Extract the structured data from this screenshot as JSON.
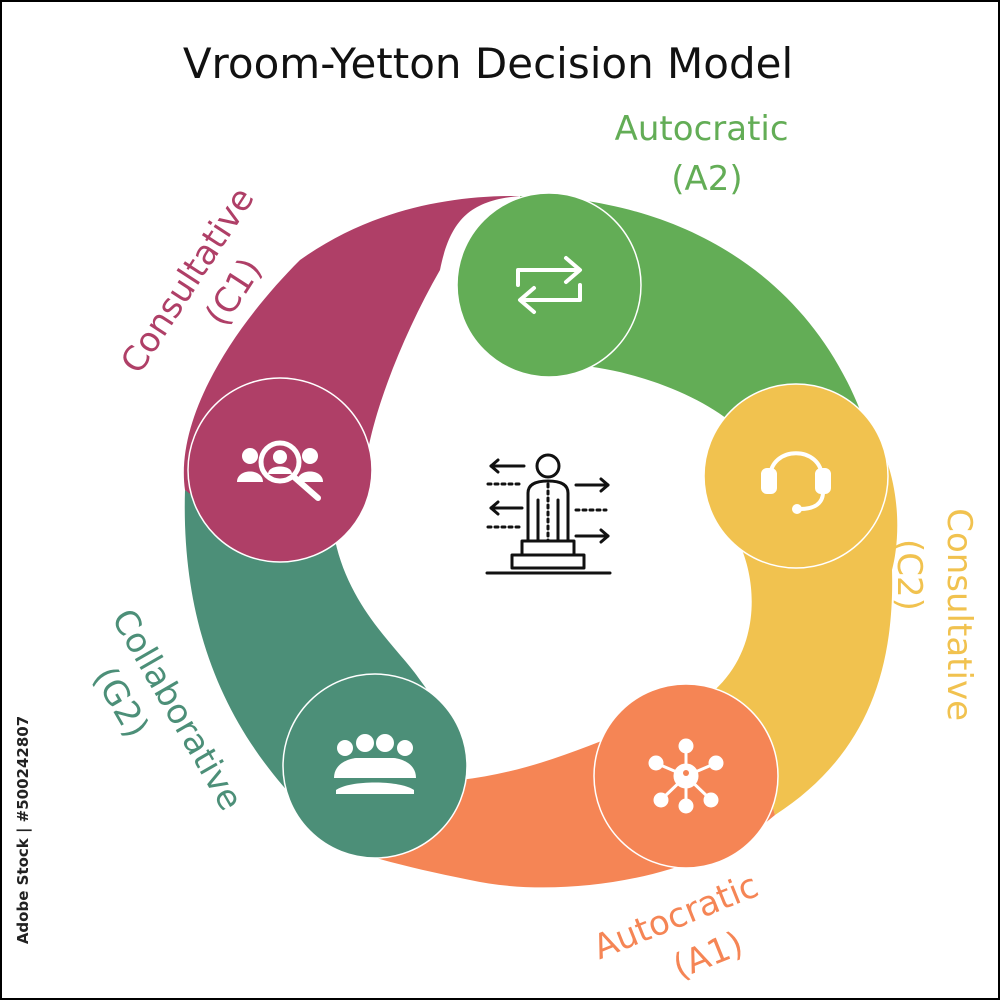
{
  "title": "Vroom-Yetton Decision Model",
  "segments": [
    {
      "id": "a2",
      "line1": "Autocratic",
      "line2": "(A2)",
      "color": "#63ad56",
      "icon": "swap-arrows-icon"
    },
    {
      "id": "c2",
      "line1": "Consultative",
      "line2": "(C2)",
      "color": "#f1c24f",
      "icon": "headset-icon"
    },
    {
      "id": "a1",
      "line1": "Autocratic",
      "line2": "(A1)",
      "color": "#f58555",
      "icon": "network-hub-icon"
    },
    {
      "id": "g2",
      "line1": "Collaborative",
      "line2": "(G2)",
      "color": "#4c8f78",
      "icon": "team-meeting-icon"
    },
    {
      "id": "c1",
      "line1": "Consultative",
      "line2": "(C1)",
      "color": "#af3f67",
      "icon": "user-search-icon"
    }
  ],
  "center_icon": "decision-maker-icon",
  "watermark": "Adobe Stock | #500242807"
}
